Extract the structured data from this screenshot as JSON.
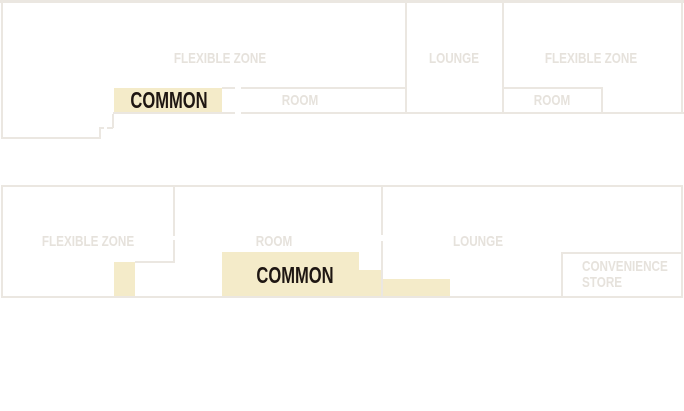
{
  "diagram": {
    "type": "floor-plan",
    "colors": {
      "wall": "#ebe7e1",
      "label_muted": "#e6e2dc",
      "common_fill": "#f4ebc9",
      "common_text": "#1e1612",
      "background": "#ffffff"
    },
    "floors": [
      {
        "id": "upper",
        "zones": [
          {
            "label": "FLEXIBLE ZONE"
          },
          {
            "label": "COMMON",
            "highlighted": true
          },
          {
            "label": "ROOM"
          },
          {
            "label": "LOUNGE"
          },
          {
            "label": "FLEXIBLE ZONE"
          },
          {
            "label": "ROOM"
          }
        ]
      },
      {
        "id": "lower",
        "zones": [
          {
            "label": "FLEXIBLE ZONE"
          },
          {
            "label": "ROOM"
          },
          {
            "label": "COMMON",
            "highlighted": true
          },
          {
            "label": "LOUNGE"
          },
          {
            "label": "CONVENIENCE STORE",
            "lines": [
              "CONVENIENCE",
              "STORE"
            ]
          }
        ]
      }
    ]
  }
}
